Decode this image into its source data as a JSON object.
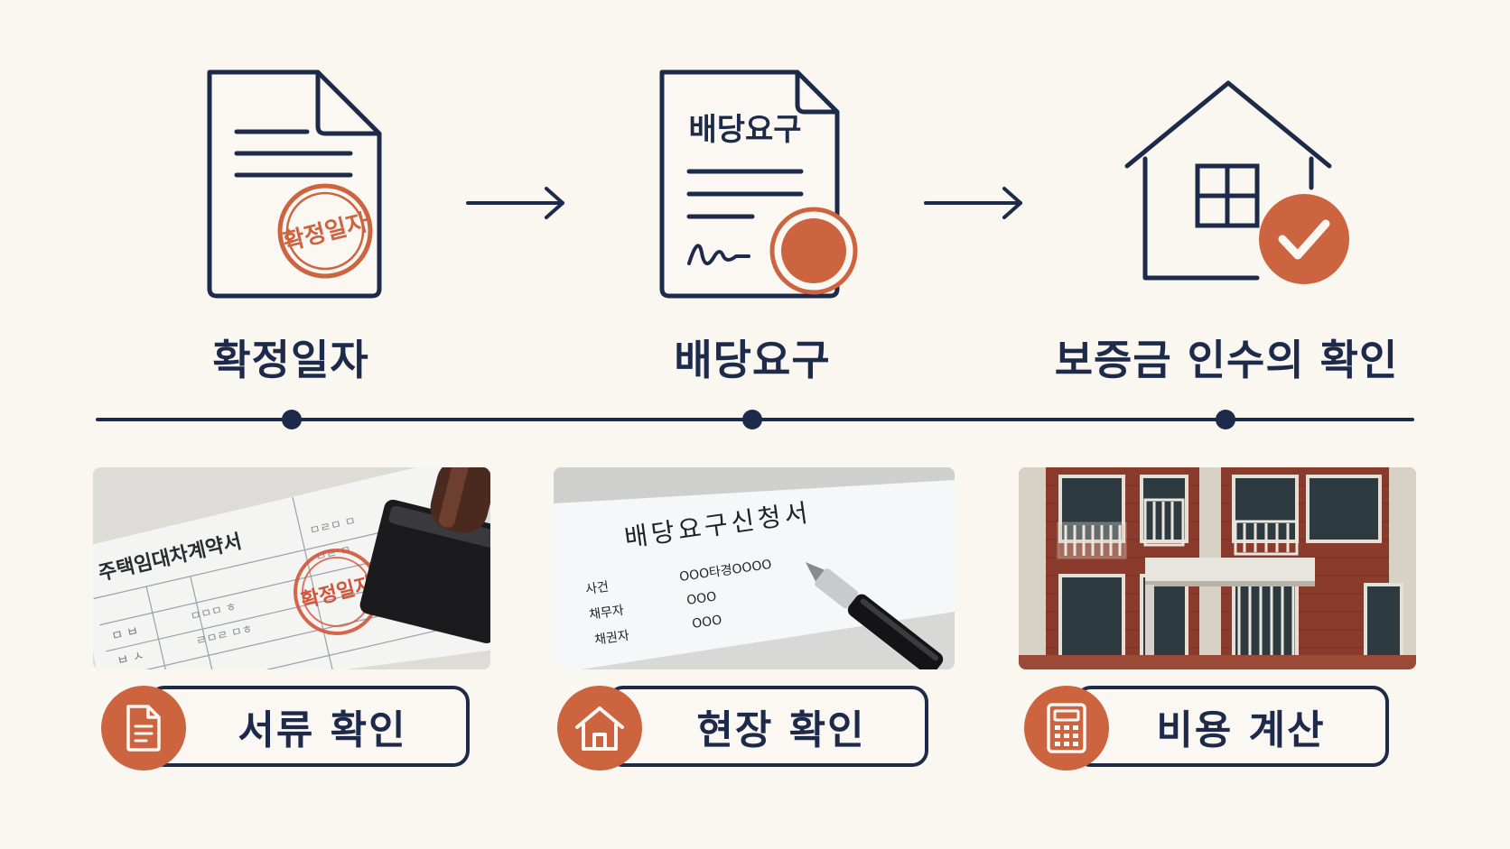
{
  "steps": [
    {
      "title": "확정일자",
      "icon": "stamped-document-icon",
      "stamp_text": "확정일자"
    },
    {
      "title": "배당요구",
      "icon": "signed-document-icon",
      "doc_heading": "배당요구"
    },
    {
      "title": "보증금 인수의 확인",
      "icon": "house-check-icon"
    }
  ],
  "photos": {
    "contract": {
      "form_title": "주택임대차계약서",
      "stamp_text": "확정일자"
    },
    "application": {
      "form_title": "배당요구신청서",
      "rows": [
        {
          "label": "사건",
          "value": "OOO타경OOOO"
        },
        {
          "label": "채무자",
          "value": "OOO"
        },
        {
          "label": "채권자",
          "value": "OOO"
        }
      ]
    }
  },
  "checks": [
    {
      "label": "서류 확인",
      "icon": "document-icon"
    },
    {
      "label": "현장 확인",
      "icon": "house-icon"
    },
    {
      "label": "비용 계산",
      "icon": "calculator-icon"
    }
  ],
  "colors": {
    "navy": "#1d2a4a",
    "accent": "#cd6440",
    "background": "#faf6f0"
  }
}
